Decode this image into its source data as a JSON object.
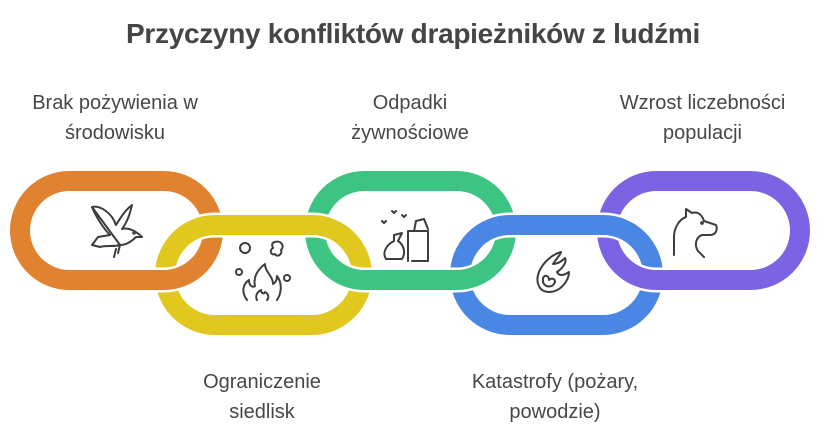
{
  "title": "Przyczyny konfliktów drapieżników z ludźmi",
  "links": [
    {
      "id": "food-shortage",
      "color": "#E0822F",
      "position": "top",
      "icon": "bird-of-prey-icon",
      "label_lines": [
        "Brak pożywienia w",
        "środowisku"
      ]
    },
    {
      "id": "habitat-loss",
      "color": "#E0C81E",
      "position": "bottom",
      "icon": "fire-smoke-icon",
      "label_lines": [
        "Ograniczenie",
        "siedlisk"
      ]
    },
    {
      "id": "food-waste",
      "color": "#3EC482",
      "position": "top",
      "icon": "trash-bin-icon",
      "label_lines": [
        "Odpadki",
        "żywnościowe"
      ]
    },
    {
      "id": "disasters",
      "color": "#4A86E4",
      "position": "bottom",
      "icon": "comet-fire-icon",
      "label_lines": [
        "Katastrofy (pożary,",
        "powodzie)"
      ]
    },
    {
      "id": "population-growth",
      "color": "#7B63E3",
      "position": "top",
      "icon": "bear-icon",
      "label_lines": [
        "Wzrost liczebności",
        "populacji"
      ]
    }
  ]
}
